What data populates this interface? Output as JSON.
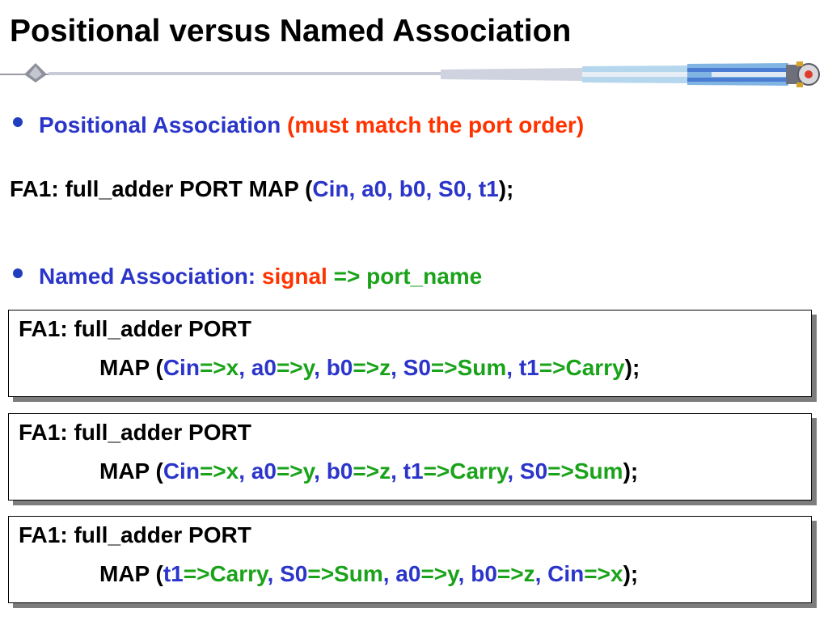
{
  "title": "Positional versus Named Association",
  "bullet1": {
    "label": "Positional Association ",
    "note": "(must match the port order)"
  },
  "positional_code": {
    "prefix": "FA1: full_adder PORT MAP (",
    "args": "Cin, a0, b0, S0, t1",
    "suffix": ");"
  },
  "bullet2": {
    "label": "Named Association: ",
    "signal": "signal",
    "arrow": " => ",
    "port": "port_name"
  },
  "boxes": [
    {
      "line1": "FA1: full_adder PORT",
      "map_open": "MAP (",
      "map_close": ");",
      "pairs": [
        {
          "signal": "Cin",
          "arrow": "=>",
          "port": "x",
          "sep": ", "
        },
        {
          "signal": "a0",
          "arrow": "=>",
          "port": "y",
          "sep": ", "
        },
        {
          "signal": "b0",
          "arrow": "=>",
          "port": "z",
          "sep": ", "
        },
        {
          "signal": "S0",
          "arrow": "=>",
          "port": "Sum",
          "sep": ", "
        },
        {
          "signal": "t1",
          "arrow": "=>",
          "port": "Carry",
          "sep": ""
        }
      ]
    },
    {
      "line1": "FA1: full_adder PORT",
      "map_open": "MAP (",
      "map_close": ");",
      "pairs": [
        {
          "signal": "Cin",
          "arrow": "=>",
          "port": "x",
          "sep": ", "
        },
        {
          "signal": "a0",
          "arrow": "=>",
          "port": "y",
          "sep": ", "
        },
        {
          "signal": "b0",
          "arrow": "=>",
          "port": "z",
          "sep": ", "
        },
        {
          "signal": "t1",
          "arrow": "=>",
          "port": "Carry",
          "sep": ", "
        },
        {
          "signal": "S0",
          "arrow": "=>",
          "port": "Sum",
          "sep": ""
        }
      ]
    },
    {
      "line1": "FA1: full_adder PORT",
      "map_open": "MAP (",
      "map_close": ");",
      "pairs": [
        {
          "signal": "t1",
          "arrow": "=>",
          "port": "Carry",
          "sep": ", "
        },
        {
          "signal": "S0",
          "arrow": "=>",
          "port": "Sum",
          "sep": ", "
        },
        {
          "signal": "a0",
          "arrow": "=>",
          "port": "y",
          "sep": ", "
        },
        {
          "signal": "b0",
          "arrow": "=>",
          "port": "z",
          "sep": ", "
        },
        {
          "signal": "Cin",
          "arrow": "=>",
          "port": "x",
          "sep": ""
        }
      ]
    }
  ],
  "colors": {
    "blue": "#2b35c9",
    "red": "#ff3300",
    "green": "#1aa31a"
  }
}
